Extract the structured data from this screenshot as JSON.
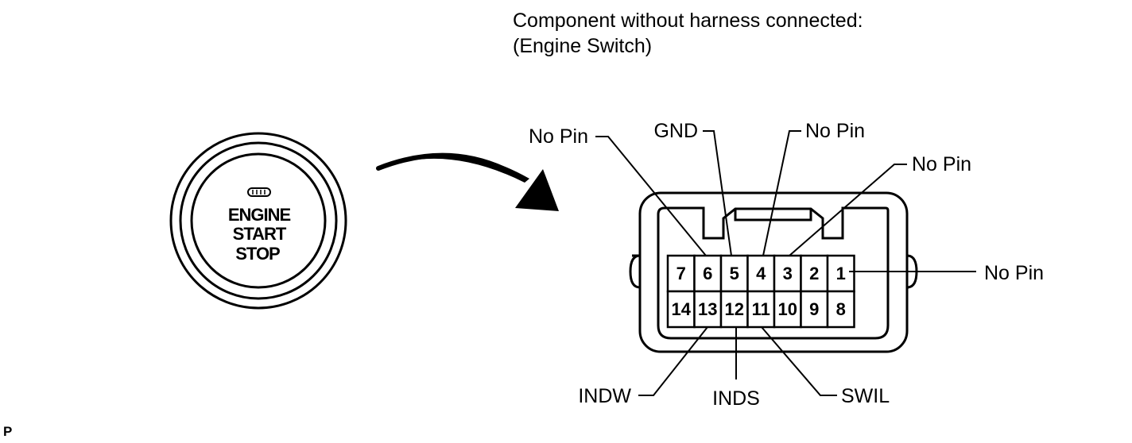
{
  "caption": {
    "line1": "Component without harness connected:",
    "line2": "(Engine Switch)"
  },
  "button_face": {
    "line1": "ENGINE",
    "line2": "START",
    "line3": "STOP"
  },
  "connector": {
    "top_row": [
      "7",
      "6",
      "5",
      "4",
      "3",
      "2",
      "1"
    ],
    "bottom_row": [
      "14",
      "13",
      "12",
      "11",
      "10",
      "9",
      "8"
    ]
  },
  "callouts": {
    "pin6": "No Pin",
    "pin5": "GND",
    "pin4": "No Pin",
    "pin3": "No Pin",
    "pin1": "No Pin",
    "pin13": "INDW",
    "pin12": "INDS",
    "pin11": "SWIL"
  },
  "corner_mark": "P"
}
